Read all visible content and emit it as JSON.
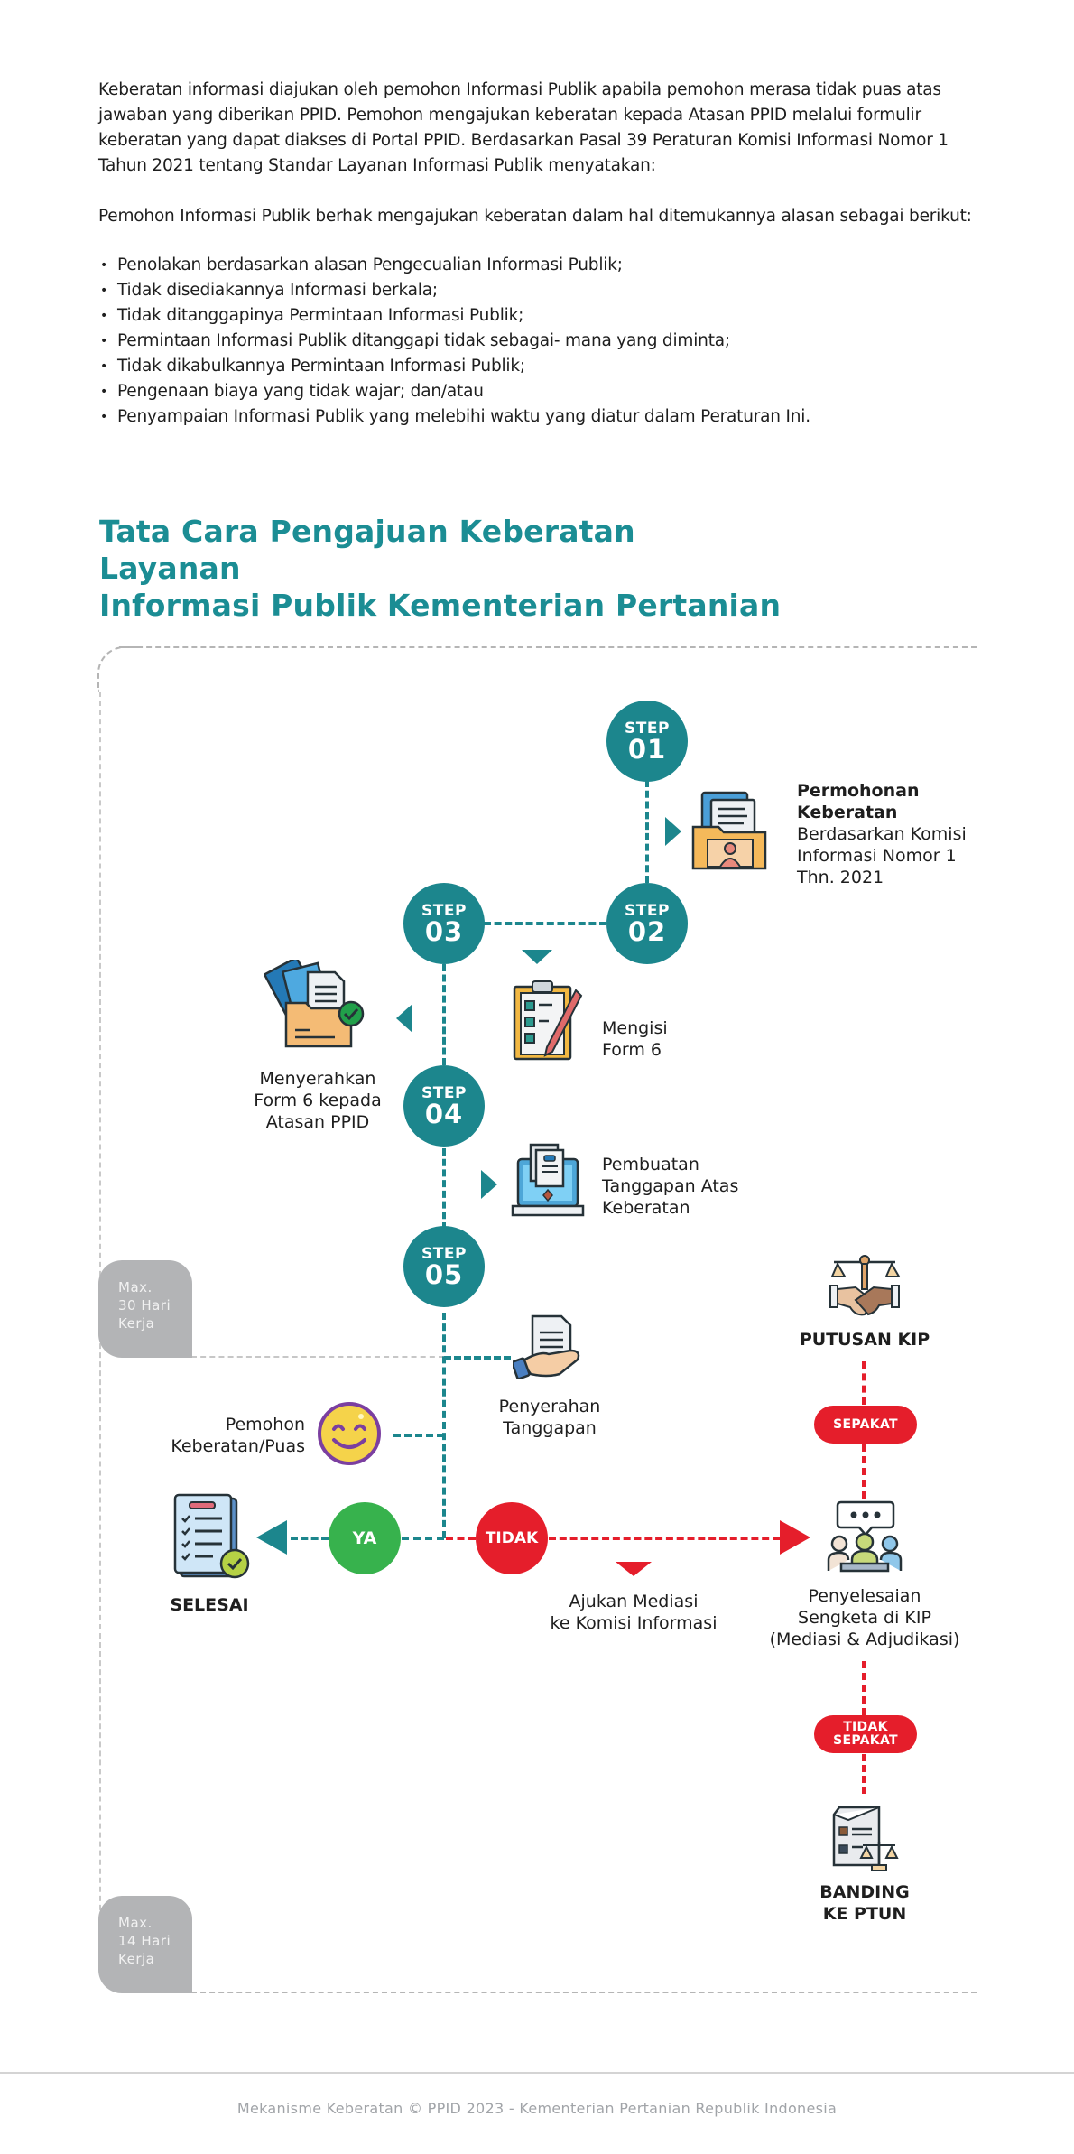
{
  "intro": {
    "paragraph1": "Keberatan informasi diajukan oleh pemohon Informasi Publik apabila pemohon merasa tidak puas atas jawaban yang diberikan PPID. Pemohon mengajukan keberatan kepada Atasan PPID melalui formulir keberatan yang dapat diakses di Portal PPID. Berdasarkan Pasal 39 Peraturan Komisi Informasi Nomor 1 Tahun 2021 tentang Standar Layanan Informasi Publik menyatakan:",
    "paragraph2": "Pemohon Informasi Publik berhak mengajukan keberatan dalam hal ditemukannya alasan sebagai berikut:",
    "reasons": [
      "Penolakan berdasarkan alasan Pengecualian Informasi Publik;",
      "Tidak disediakannya Informasi berkala;",
      "Tidak ditanggapinya Permintaan Informasi Publik;",
      "Permintaan Informasi Publik ditanggapi tidak sebagai- mana yang diminta;",
      "Tidak dikabulkannya Permintaan Informasi Publik;",
      "Pengenaan biaya yang tidak wajar; dan/atau",
      "Penyampaian Informasi Publik yang melebihi waktu yang diatur dalam Peraturan Ini."
    ]
  },
  "section": {
    "title_line1": "Tata Cara Pengajuan Keberatan Layanan",
    "title_line2": "Informasi Publik Kementerian Pertanian"
  },
  "diagram": {
    "colors": {
      "teal": "#1c868d",
      "green": "#37b24d",
      "red": "#e51e2b",
      "gray_box": "#b3b4b6",
      "title": "#1b8d94"
    },
    "steps": [
      {
        "label": "STEP",
        "number": "01"
      },
      {
        "label": "STEP",
        "number": "02"
      },
      {
        "label": "STEP",
        "number": "03"
      },
      {
        "label": "STEP",
        "number": "04"
      },
      {
        "label": "STEP",
        "number": "05"
      }
    ],
    "time_limits": [
      {
        "line1": "Max.",
        "line2": "30 Hari",
        "line3": "Kerja"
      },
      {
        "line1": "Max.",
        "line2": "14 Hari",
        "line3": "Kerja"
      }
    ],
    "nodes": {
      "permohonan": {
        "title1": "Permohonan",
        "title2": "Keberatan",
        "desc1": "Berdasarkan Komisi",
        "desc2": "Informasi Nomor 1",
        "desc3": "Thn. 2021",
        "icon": "folder-person-icon"
      },
      "mengisi": {
        "line1": "Mengisi",
        "line2": "Form 6",
        "icon": "clipboard-checklist-icon"
      },
      "menyerahkan": {
        "line1": "Menyerahkan",
        "line2": "Form 6 kepada",
        "line3": "Atasan PPID",
        "icon": "folder-check-icon"
      },
      "pembuatan": {
        "line1": "Pembuatan",
        "line2": "Tanggapan Atas",
        "line3": "Keberatan",
        "icon": "laptop-document-icon"
      },
      "penyerahan": {
        "line1": "Penyerahan",
        "line2": "Tanggapan",
        "icon": "hand-document-icon"
      },
      "pemohon_puas": {
        "line1": "Pemohon",
        "line2": "Keberatan/Puas",
        "icon": "smiley-icon"
      },
      "selesai": {
        "label": "SELESAI",
        "icon": "checklist-done-icon"
      },
      "ya": "YA",
      "tidak": "TIDAK",
      "ajukan_mediasi": {
        "line1": "Ajukan Mediasi",
        "line2": "ke Komisi Informasi"
      },
      "penyelesaian": {
        "line1": "Penyelesaian",
        "line2": "Sengketa di KIP",
        "line3": "(Mediasi & Adjudikasi)",
        "icon": "meeting-icon"
      },
      "putusan": {
        "label": "PUTUSAN KIP",
        "icon": "handshake-scale-icon"
      },
      "sepakat": "SEPAKAT",
      "tidak_sepakat": {
        "line1": "TIDAK",
        "line2": "SEPAKAT"
      },
      "banding": {
        "line1": "BANDING",
        "line2": "KE PTUN",
        "icon": "document-scale-icon"
      }
    }
  },
  "footer": {
    "text": "Mekanisme Keberatan © PPID 2023 - Kementerian Pertanian Republik Indonesia"
  }
}
